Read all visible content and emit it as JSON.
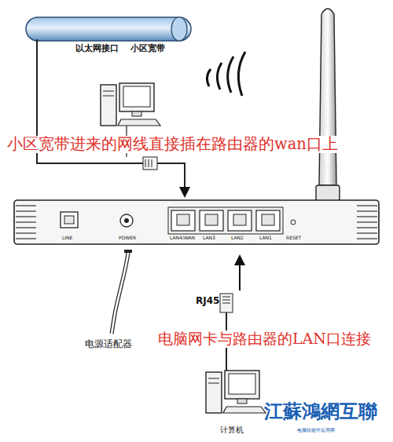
{
  "diagram": {
    "labels": [
      "以太网接口",
      "小区宽带",
      "小区宽带进来的网线直接插在路由器的wan口上",
      "LINE",
      "POWER",
      "LAN4/WAN",
      "LAN3",
      "LAN2",
      "LAN1",
      "RESET",
      "RJ45",
      "电源适配器",
      "电脑网卡与路由器的LAN口连接",
      "计算机",
      "江蘇鴻網互聯",
      "电脑软硬件应用网"
    ]
  }
}
